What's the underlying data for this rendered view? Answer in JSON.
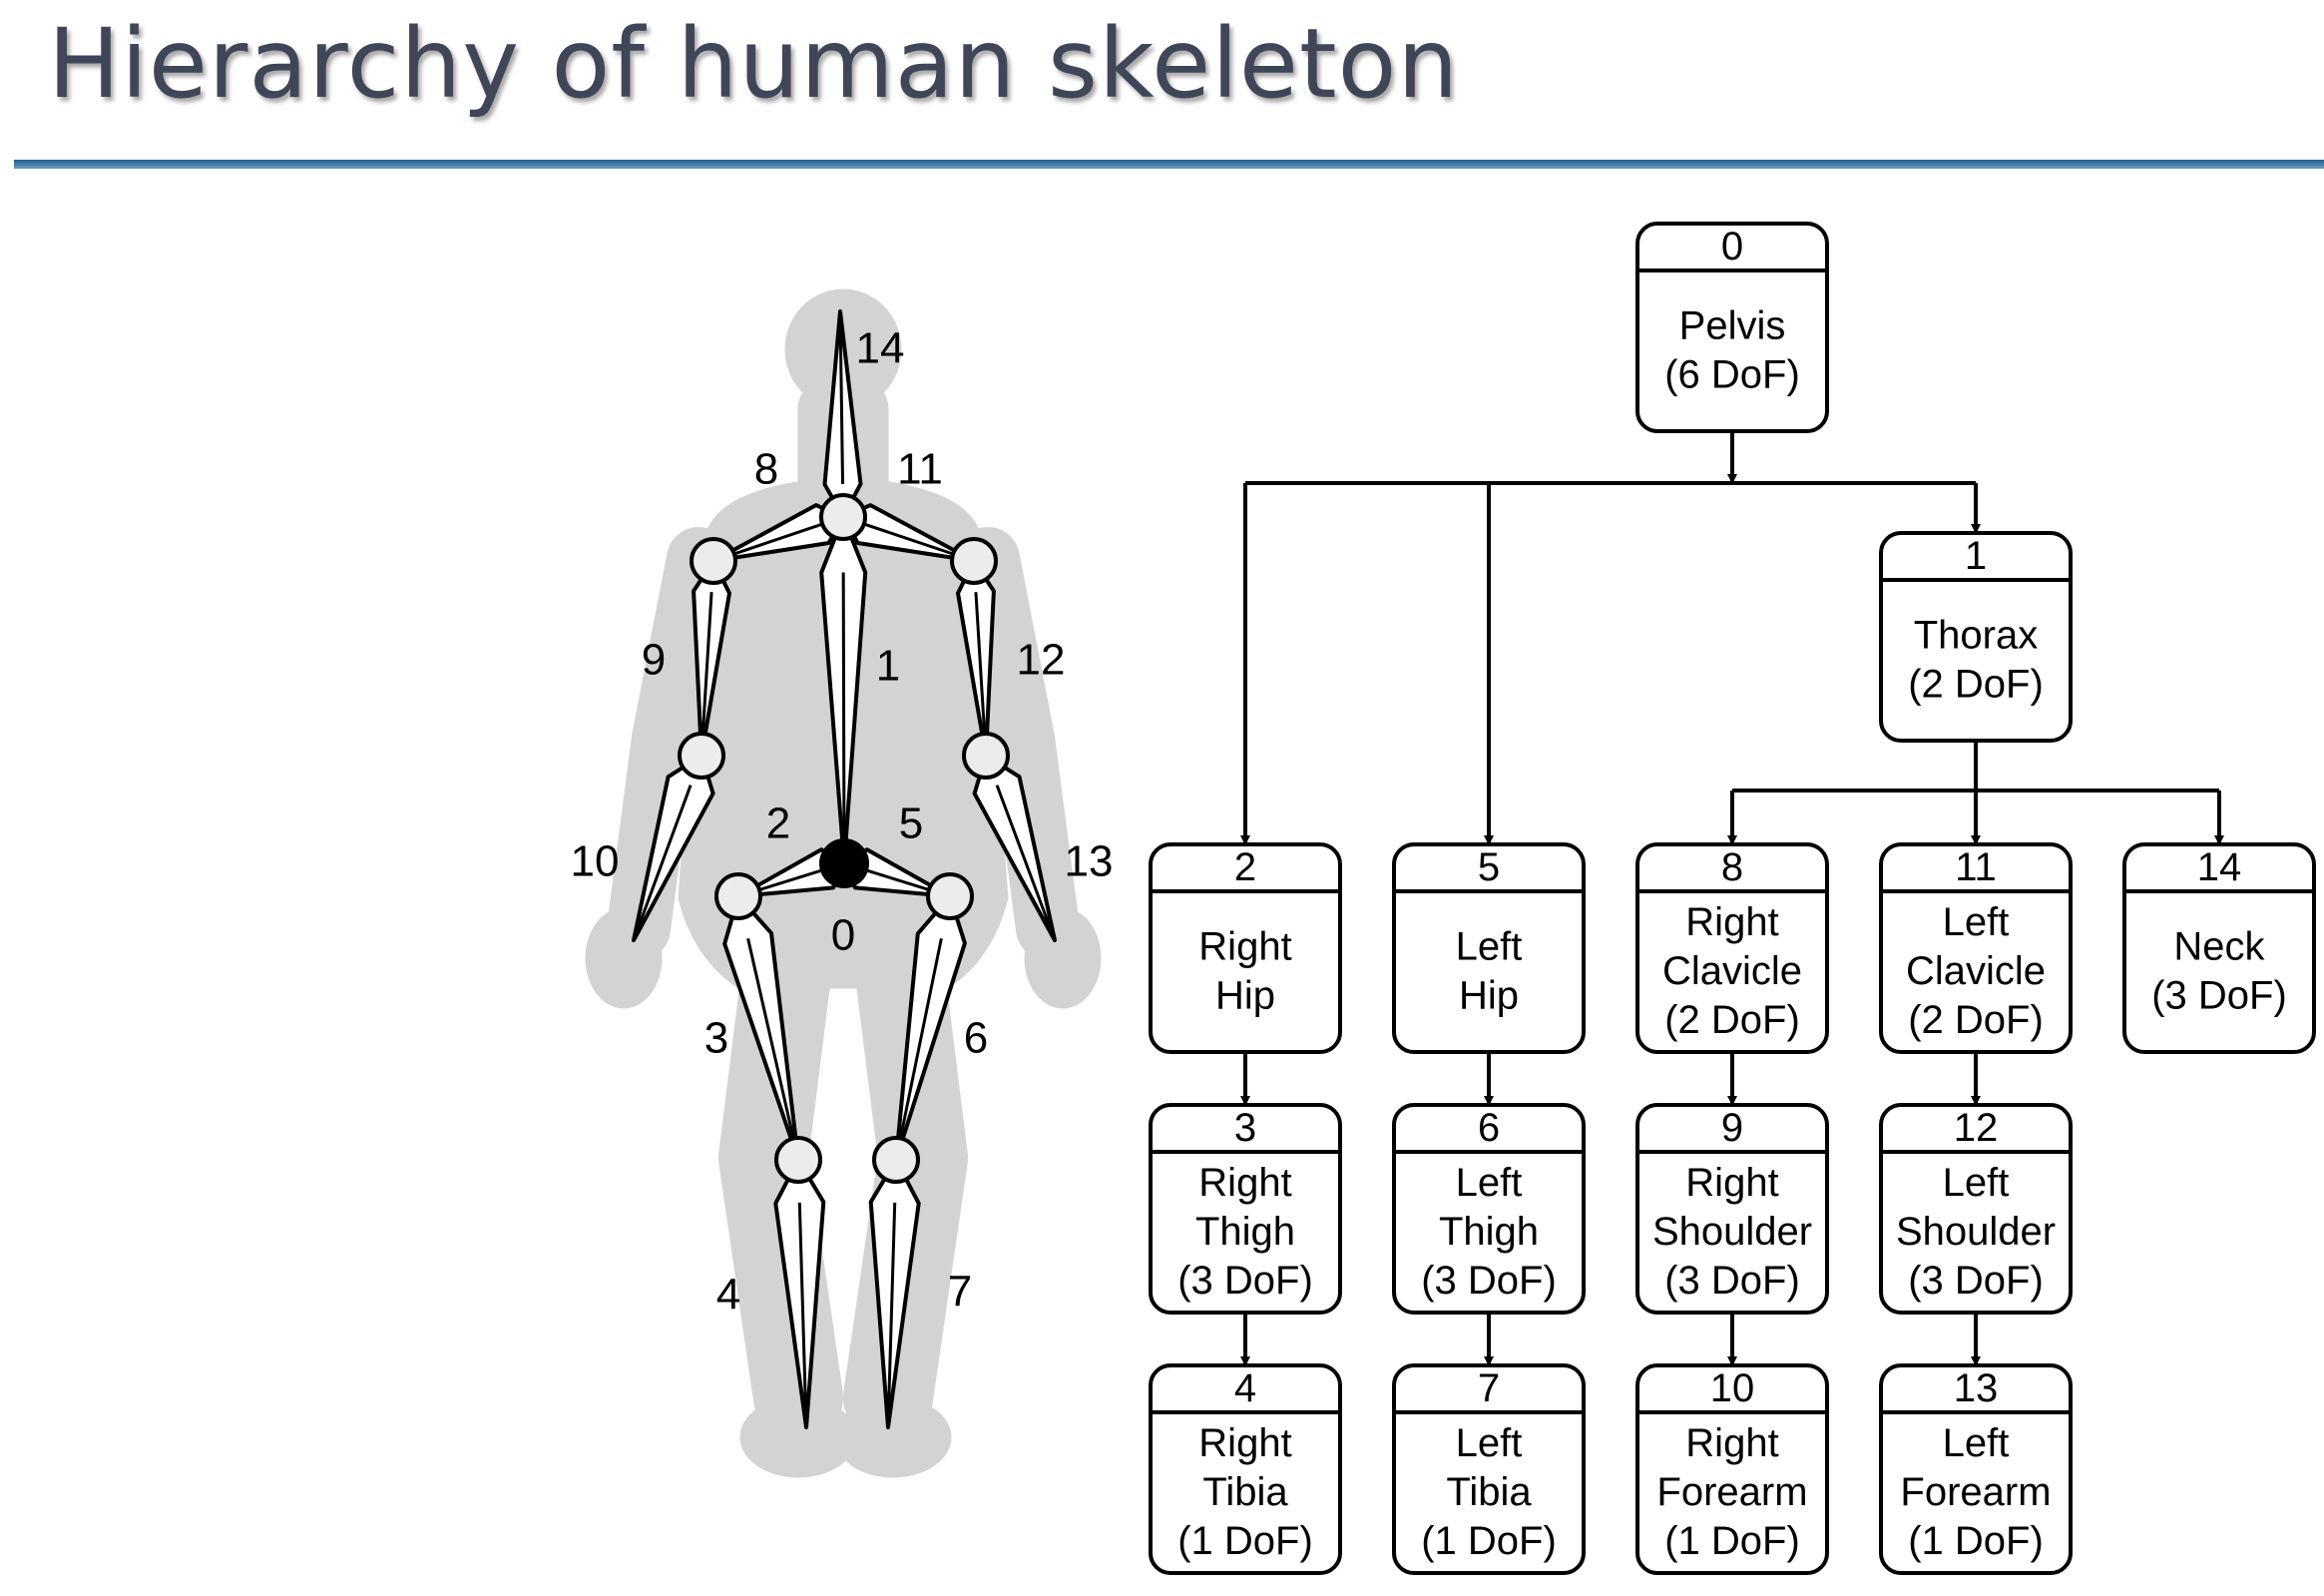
{
  "slide": {
    "title": "Hierarchy of human skeleton"
  },
  "skeleton_labels": [
    "0",
    "1",
    "2",
    "3",
    "4",
    "5",
    "6",
    "7",
    "8",
    "9",
    "10",
    "11",
    "12",
    "13",
    "14"
  ],
  "hierarchy": {
    "nodes": [
      {
        "id": "0",
        "lines": [
          "Pelvis",
          "(6 DoF)"
        ]
      },
      {
        "id": "1",
        "lines": [
          "Thorax",
          "(2 DoF)"
        ]
      },
      {
        "id": "2",
        "lines": [
          "Right",
          "Hip"
        ]
      },
      {
        "id": "5",
        "lines": [
          "Left",
          "Hip"
        ]
      },
      {
        "id": "8",
        "lines": [
          "Right",
          "Clavicle",
          "(2 DoF)"
        ]
      },
      {
        "id": "11",
        "lines": [
          "Left",
          "Clavicle",
          "(2 DoF)"
        ]
      },
      {
        "id": "14",
        "lines": [
          "Neck",
          "(3 DoF)"
        ]
      },
      {
        "id": "3",
        "lines": [
          "Right",
          "Thigh",
          "(3 DoF)"
        ]
      },
      {
        "id": "6",
        "lines": [
          "Left",
          "Thigh",
          "(3 DoF)"
        ]
      },
      {
        "id": "9",
        "lines": [
          "Right",
          "Shoulder",
          "(3 DoF)"
        ]
      },
      {
        "id": "12",
        "lines": [
          "Left",
          "Shoulder",
          "(3 DoF)"
        ]
      },
      {
        "id": "4",
        "lines": [
          "Right",
          "Tibia",
          "(1 DoF)"
        ]
      },
      {
        "id": "7",
        "lines": [
          "Left",
          "Tibia",
          "(1 DoF)"
        ]
      },
      {
        "id": "10",
        "lines": [
          "Right",
          "Forearm",
          "(1 DoF)"
        ]
      },
      {
        "id": "13",
        "lines": [
          "Left",
          "Forearm",
          "(1 DoF)"
        ]
      }
    ],
    "edges": [
      [
        "0",
        "2"
      ],
      [
        "0",
        "5"
      ],
      [
        "0",
        "1"
      ],
      [
        "1",
        "8"
      ],
      [
        "1",
        "11"
      ],
      [
        "1",
        "14"
      ],
      [
        "2",
        "3"
      ],
      [
        "3",
        "4"
      ],
      [
        "5",
        "6"
      ],
      [
        "6",
        "7"
      ],
      [
        "8",
        "9"
      ],
      [
        "9",
        "10"
      ],
      [
        "11",
        "12"
      ],
      [
        "12",
        "13"
      ]
    ]
  }
}
